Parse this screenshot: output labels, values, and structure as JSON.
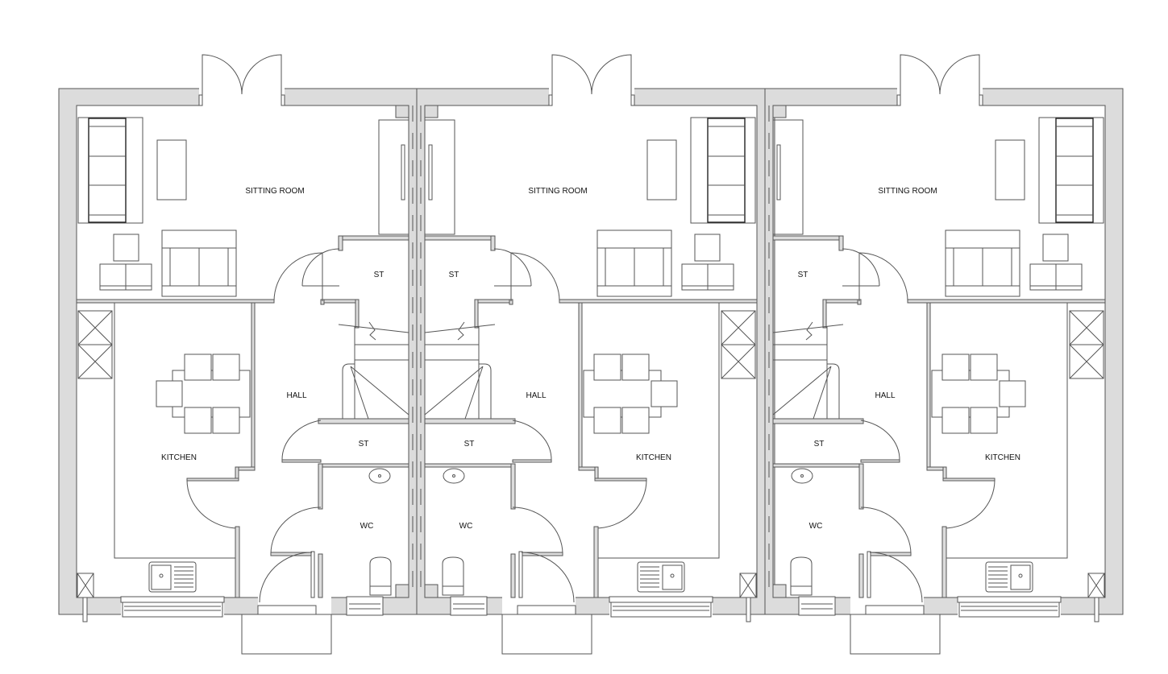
{
  "plan": {
    "units": [
      {
        "sitting_room": "SITTING ROOM",
        "store_upper": "ST",
        "hall": "HALL",
        "kitchen": "KITCHEN",
        "store_lower": "ST",
        "wc": "WC"
      },
      {
        "sitting_room": "SITTING ROOM",
        "store_upper": "ST",
        "hall": "HALL",
        "kitchen": "KITCHEN",
        "store_lower": "ST",
        "wc": "WC"
      },
      {
        "sitting_room": "SITTING ROOM",
        "store_upper": "ST",
        "hall": "HALL",
        "kitchen": "KITCHEN",
        "store_lower": "ST",
        "wc": "WC"
      }
    ],
    "colors": {
      "wall_fill": "#dcdcdc",
      "line": "#555555",
      "background": "#ffffff"
    }
  }
}
